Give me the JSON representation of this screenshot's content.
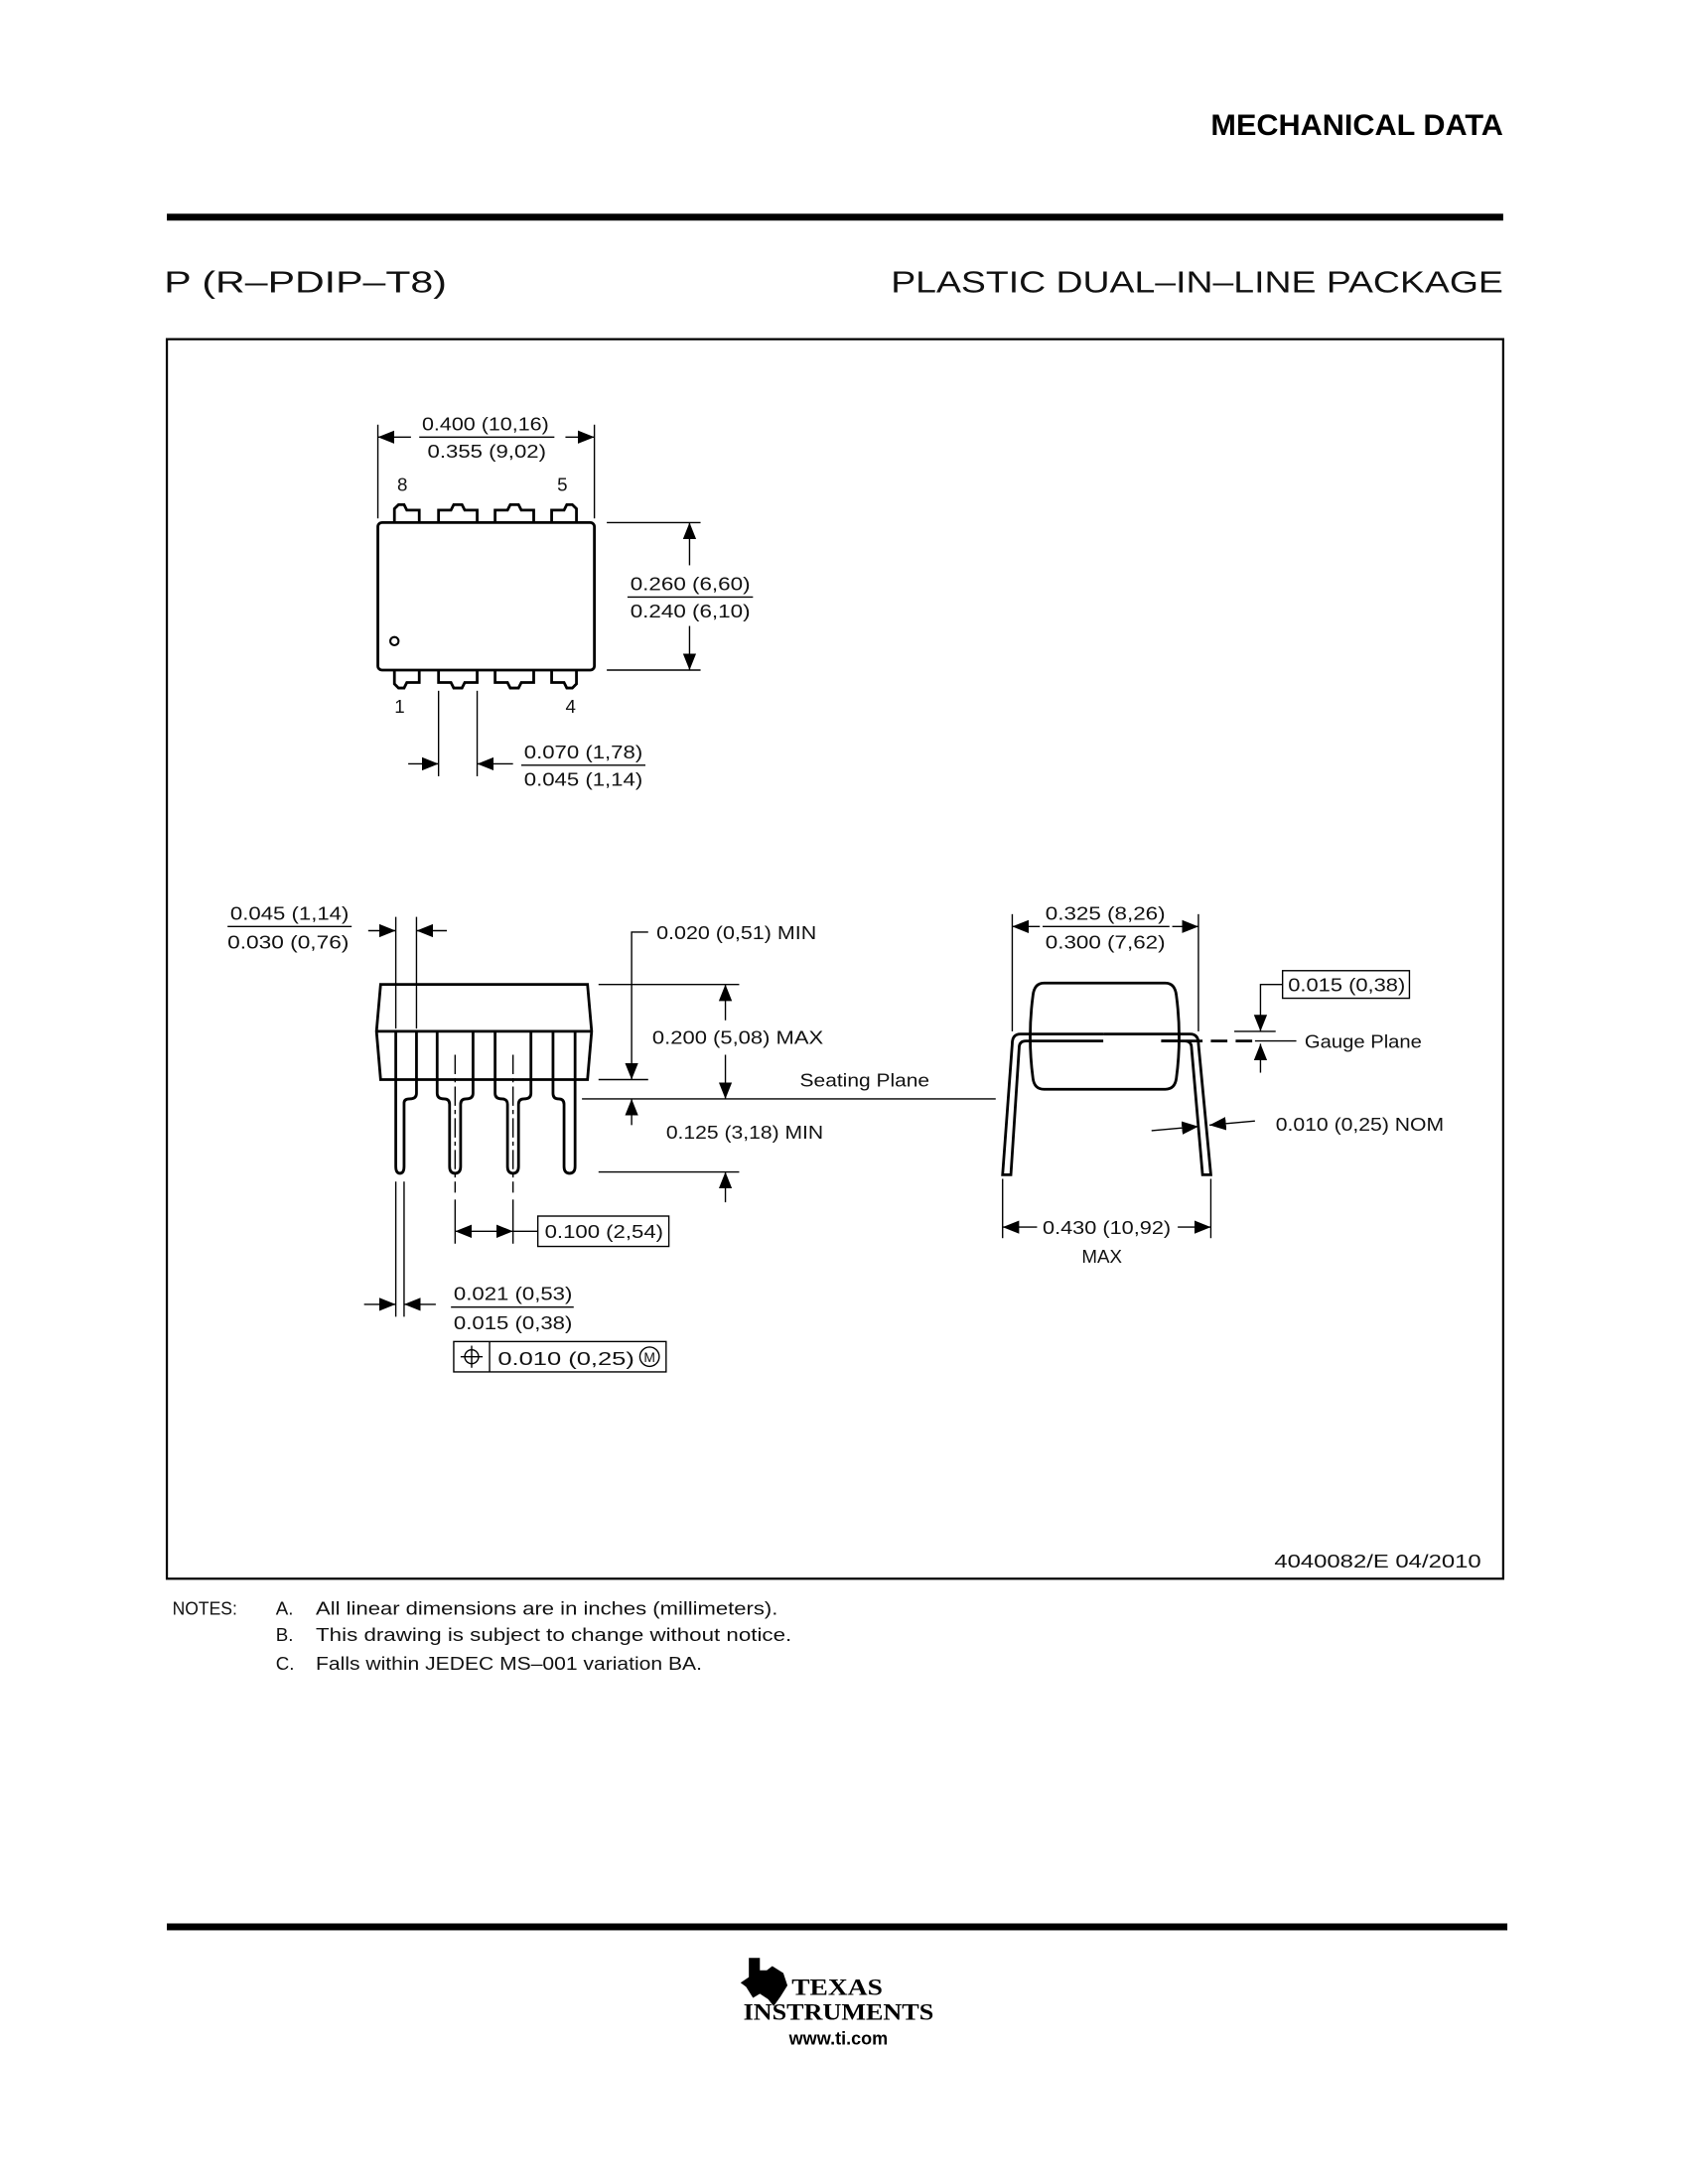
{
  "header": {
    "section_title": "MECHANICAL DATA",
    "package_code": "P (R–PDIP–T8)",
    "package_name": "PLASTIC DUAL–IN–LINE PACKAGE"
  },
  "drawing": {
    "top_view": {
      "pin_labels": [
        "8",
        "5",
        "1",
        "4"
      ],
      "width_max": "0.400 (10,16)",
      "width_min": "0.355 (9,02)",
      "height_max": "0.260 (6,60)",
      "height_min": "0.240 (6,10)",
      "pin_width_max": "0.070 (1,78)",
      "pin_width_min": "0.045 (1,14)"
    },
    "side_view": {
      "shoulder_max": "0.045 (1,14)",
      "shoulder_min": "0.030 (0,76)",
      "standoff": "0.020 (0,51) MIN",
      "height": "0.200 (5,08) MAX",
      "seating_plane": "Seating Plane",
      "lead_length": "0.125 (3,18) MIN",
      "pitch": "0.100 (2,54)",
      "lead_width_max": "0.021 (0,53)",
      "lead_width_min": "0.015 (0,38)",
      "position_tolerance": "0.010 (0,25)",
      "mmc_symbol": "M"
    },
    "end_view": {
      "row_max": "0.325 (8,26)",
      "row_min": "0.300 (7,62)",
      "gauge_offset": "0.015 (0,38)",
      "gauge_plane": "Gauge Plane",
      "lead_thickness": "0.010 (0,25) NOM",
      "spread": "0.430 (10,92)",
      "spread_qualifier": "MAX"
    },
    "drawing_number": "4040082/E  04/2010"
  },
  "notes": {
    "label": "NOTES:",
    "items": [
      {
        "letter": "A.",
        "text": "All linear dimensions are in inches (millimeters)."
      },
      {
        "letter": "B.",
        "text": "This drawing is subject to change without notice."
      },
      {
        "letter": "C.",
        "text": "Falls within JEDEC MS–001 variation BA."
      }
    ]
  },
  "footer": {
    "logo_line1": "TEXAS",
    "logo_line2": "INSTRUMENTS",
    "url": "www.ti.com"
  }
}
